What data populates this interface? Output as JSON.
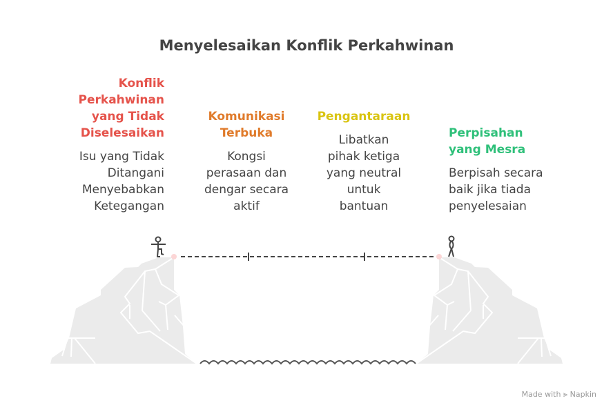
{
  "title": "Menyelesaikan Konflik Perkahwinan",
  "stages": [
    {
      "heading": [
        "Konflik",
        "Perkahwinan",
        "yang Tidak",
        "Diselesaikan"
      ],
      "body": [
        "Isu yang Tidak",
        "Ditangani",
        "Menyebabkan",
        "Ketegangan"
      ],
      "color": "#e5534b"
    },
    {
      "heading": [
        "Komunikasi",
        "Terbuka"
      ],
      "body": [
        "Kongsi",
        "perasaan dan",
        "dengar secara",
        "aktif"
      ],
      "color": "#e07b2b"
    },
    {
      "heading": [
        "Pengantaraan"
      ],
      "body": [
        "Libatkan",
        "pihak ketiga",
        "yang neutral",
        "untuk",
        "bantuan"
      ],
      "color": "#d9c412"
    },
    {
      "heading": [
        "Perpisahan",
        "yang Mesra"
      ],
      "body": [
        "Berpisah secara",
        "baik jika tiada",
        "penyelesaian"
      ],
      "color": "#2fc07a"
    }
  ],
  "branding": {
    "label": "Made with",
    "name": "Napkin"
  }
}
